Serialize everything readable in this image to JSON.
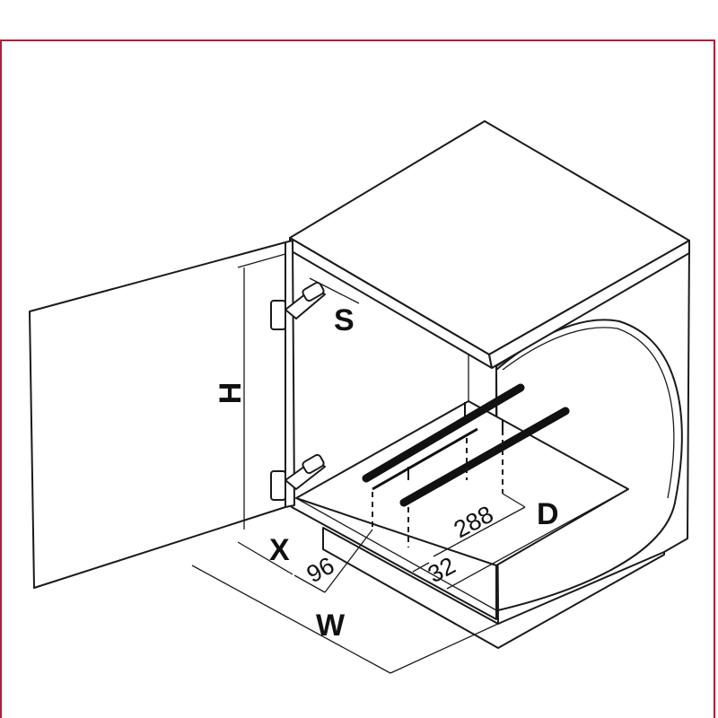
{
  "diagram": {
    "labels": {
      "height": "H",
      "spacing": "S",
      "offset": "X",
      "dim_96": "96",
      "dim_32": "32",
      "dim_288": "288",
      "depth": "D",
      "width": "W"
    },
    "colors": {
      "frame": "#b01e3c",
      "line": "#1a1a1a"
    }
  }
}
